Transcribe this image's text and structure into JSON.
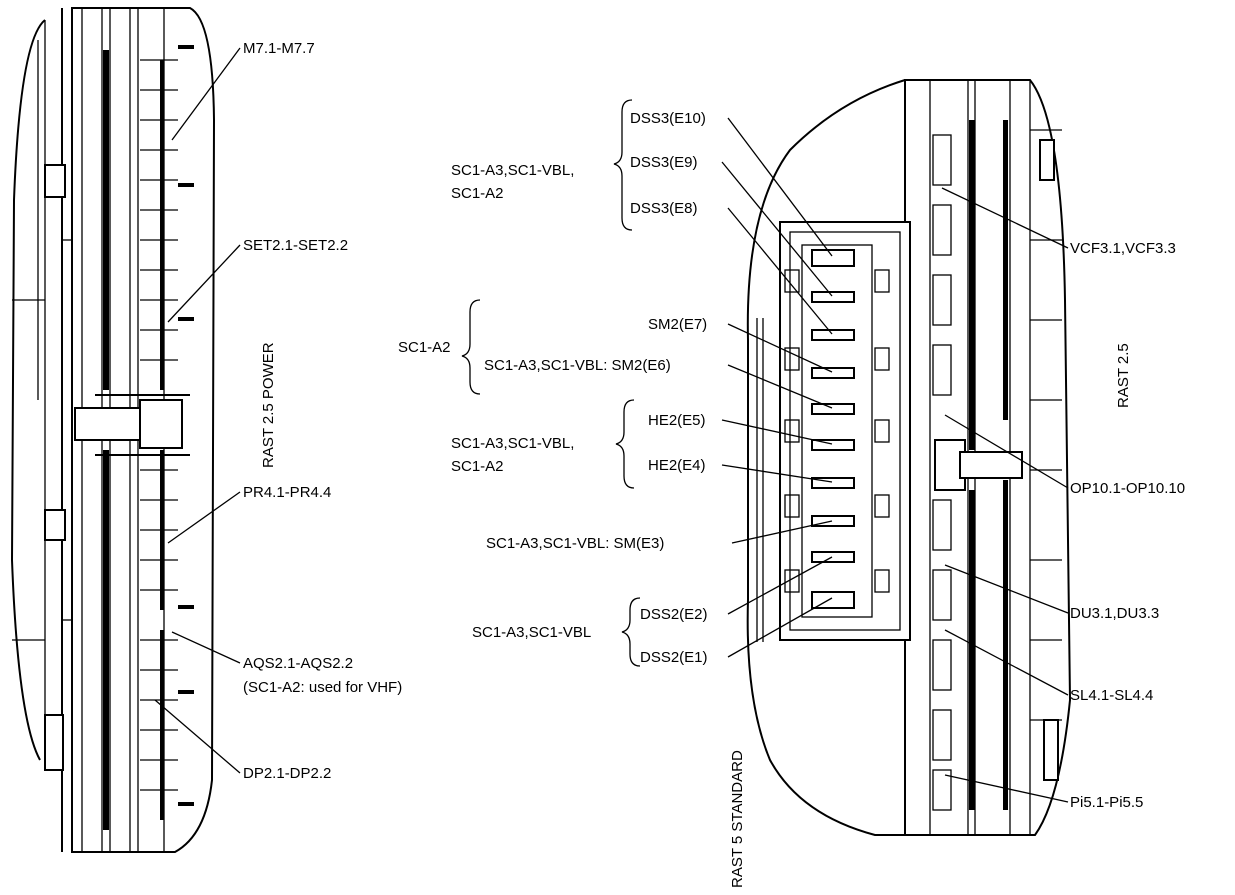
{
  "side_labels": {
    "left_board": "RAST 2.5 POWER",
    "right_board": "RAST 2.5",
    "bottom": "RAST 5 STANDARD"
  },
  "left_callouts": {
    "m7": "M7.1-M7.7",
    "set2": "SET2.1-SET2.2",
    "pr4": "PR4.1-PR4.4",
    "aqs2": "AQS2.1-AQS2.2",
    "aqs2_note": "(SC1-A2: used for VHF)",
    "dp2": "DP2.1-DP2.2"
  },
  "middle": {
    "group1": {
      "brace_line1": "SC1-A3,SC1-VBL,",
      "brace_line2": "SC1-A2",
      "items": [
        "DSS3(E10)",
        "DSS3(E9)",
        "DSS3(E8)"
      ]
    },
    "group2": {
      "brace": "SC1-A2",
      "items": [
        "SM2(E7)",
        "SC1-A3,SC1-VBL: SM2(E6)"
      ]
    },
    "group3": {
      "brace_line1": "SC1-A3,SC1-VBL,",
      "brace_line2": "SC1-A2",
      "items": [
        "HE2(E5)",
        "HE2(E4)"
      ]
    },
    "single": "SC1-A3,SC1-VBL: SM(E3)",
    "group4": {
      "brace": "SC1-A3,SC1-VBL",
      "items": [
        "DSS2(E2)",
        "DSS2(E1)"
      ]
    }
  },
  "right_callouts": {
    "vcf3": "VCF3.1,VCF3.3",
    "op10": "OP10.1-OP10.10",
    "du3": "DU3.1,DU3.3",
    "sl4": "SL4.1-SL4.4",
    "pi5": "Pi5.1-Pi5.5"
  }
}
